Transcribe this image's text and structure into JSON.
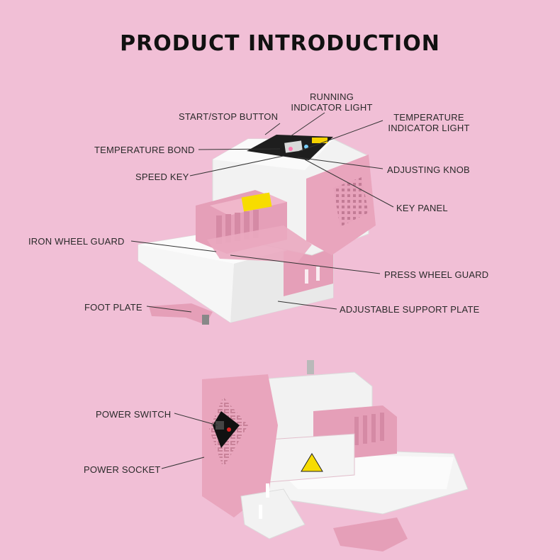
{
  "page": {
    "title": "PRODUCT INTRODUCTION",
    "background": "#f1bfd6",
    "accent_pink": "#e9a5bd",
    "machine_white": "#f3f3f3"
  },
  "top_view_labels": {
    "running_indicator_light": [
      "RUNNING",
      "INDICATOR LIGHT"
    ],
    "start_stop_button": "START/STOP BUTTON",
    "temperature_indicator_light": [
      "TEMPERATURE",
      "INDICATOR LIGHT"
    ],
    "temperature_bond": "TEMPERATURE BOND",
    "adjusting_knob": "ADJUSTING KNOB",
    "speed_key": "SPEED KEY",
    "key_panel": "KEY PANEL",
    "iron_wheel_guard": "IRON WHEEL GUARD",
    "press_wheel_guard": "PRESS WHEEL GUARD",
    "foot_plate": "FOOT PLATE",
    "adjustable_support_plate": "ADJUSTABLE SUPPORT PLATE"
  },
  "bottom_view_labels": {
    "power_switch": "POWER SWITCH",
    "power_socket": "POWER SOCKET"
  }
}
